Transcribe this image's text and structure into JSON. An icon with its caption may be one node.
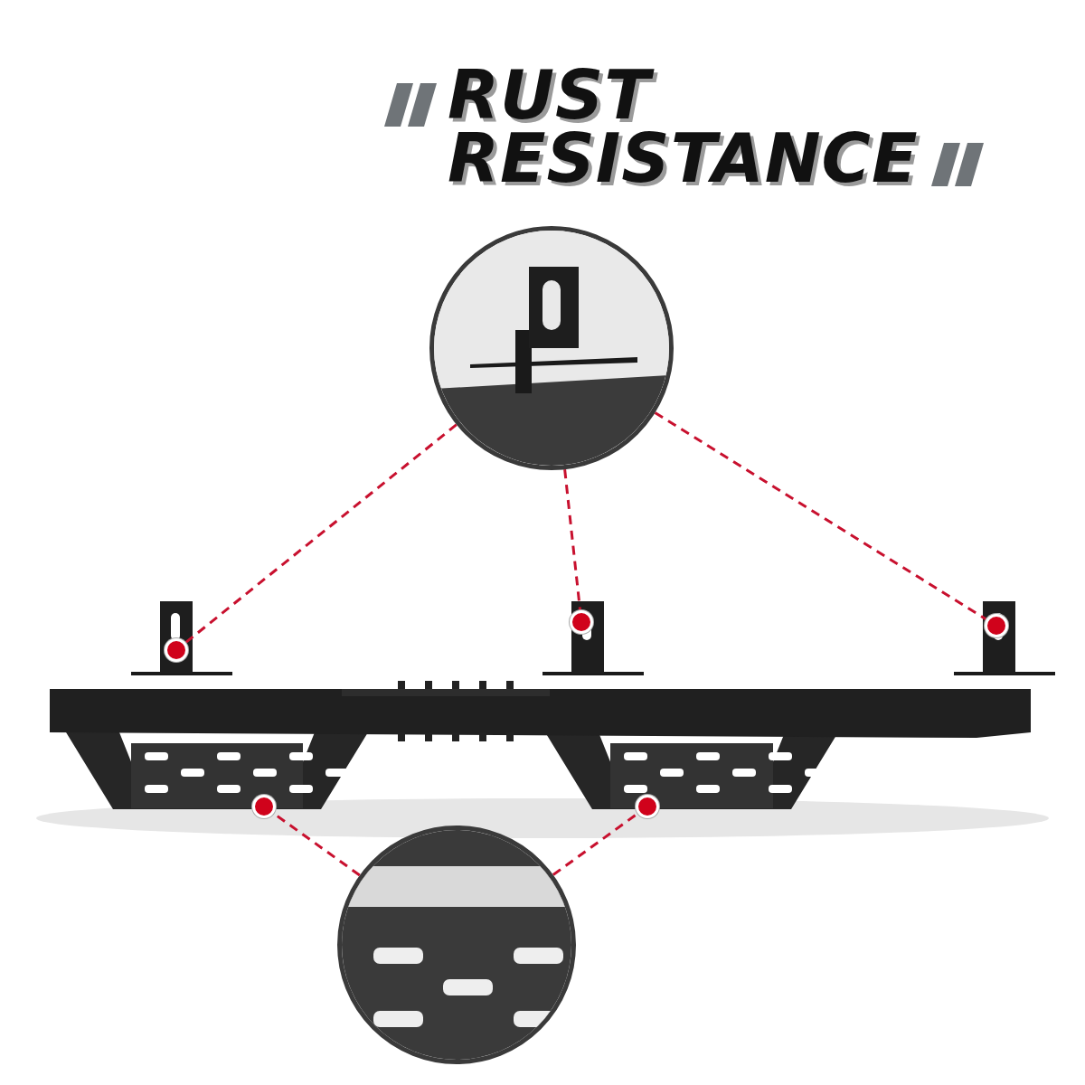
{
  "diagram": {
    "title": "RUST RESISTANCE",
    "nodes": [
      {
        "text": [],
        "shape": "picture"
      },
      {
        "text": [],
        "shape": "circle"
      },
      {
        "text": [],
        "shape": "circle"
      },
      {
        "text": [],
        "shape": "circle"
      },
      {
        "text": [],
        "shape": "circle"
      },
      {
        "text": [],
        "shape": "circle"
      },
      {
        "text": [],
        "shape": "picture"
      }
    ],
    "edges": [
      {
        "from": 0,
        "to": 1,
        "arrow": "none",
        "style": "dashed",
        "color": "#c8102e"
      },
      {
        "from": 0,
        "to": 2,
        "arrow": "none",
        "style": "dashed",
        "color": "#c8102e"
      },
      {
        "from": 0,
        "to": 3,
        "arrow": "none",
        "style": "dashed",
        "color": "#c8102e"
      },
      {
        "from": 6,
        "to": 4,
        "arrow": "none",
        "style": "dashed",
        "color": "#c8102e"
      },
      {
        "from": 6,
        "to": 5,
        "arrow": "none",
        "style": "dashed",
        "color": "#c8102e"
      }
    ]
  }
}
